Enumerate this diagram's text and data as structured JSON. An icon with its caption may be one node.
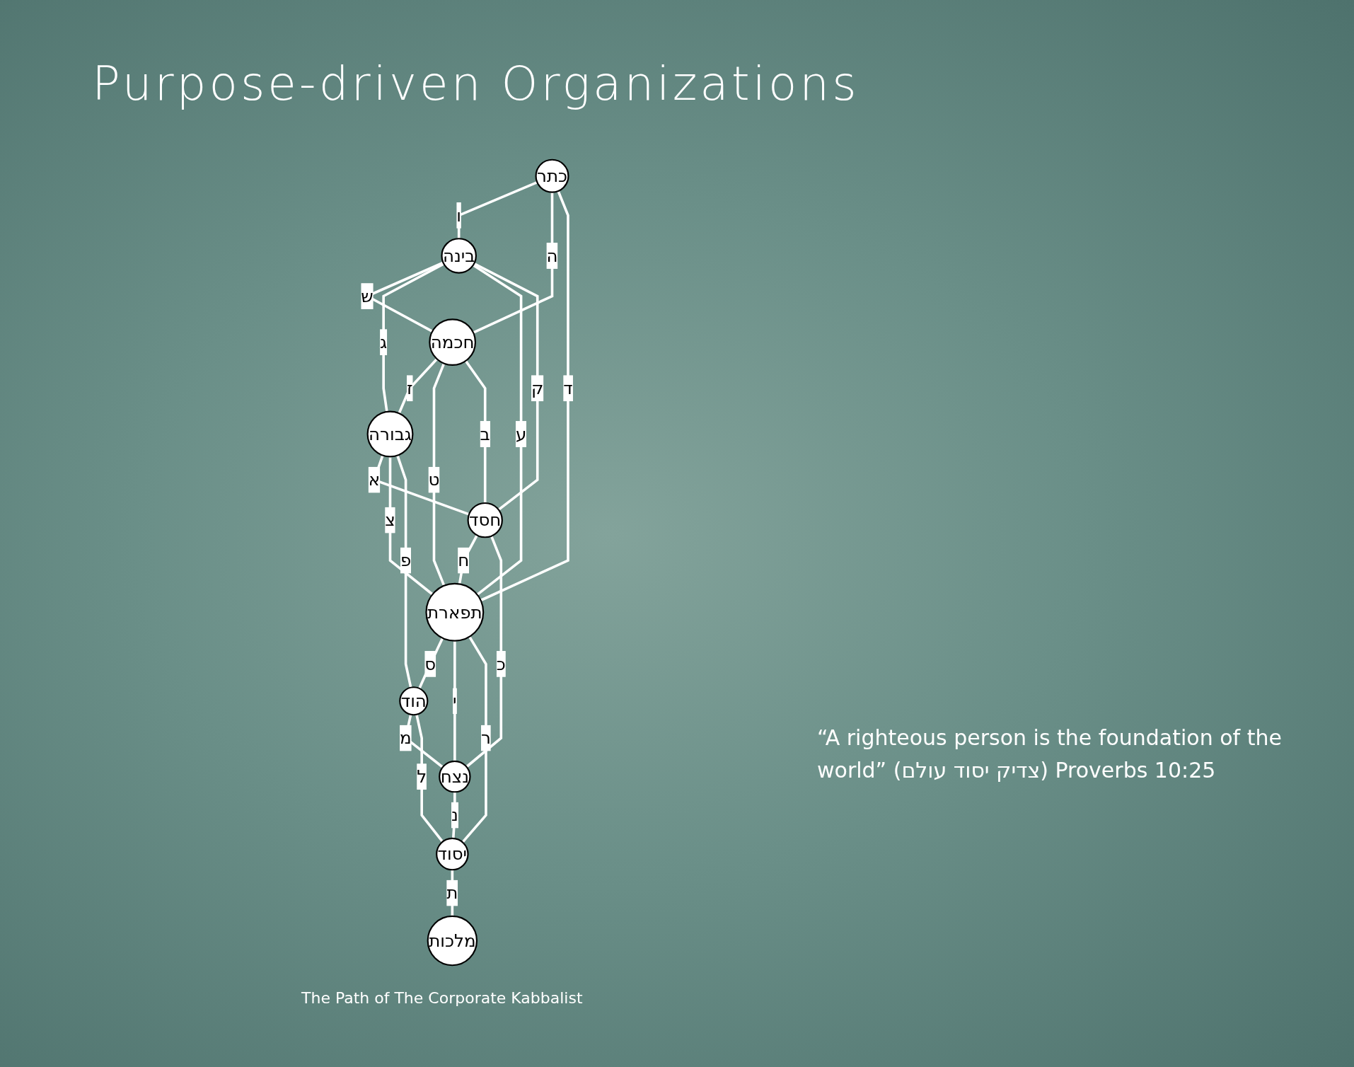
{
  "diagram": {
    "title": "Purpose-driven Organizations",
    "caption": "The Path of The Corporate Kabbalist",
    "nodes": [
      {
        "text": [
          "כתר"
        ]
      },
      {
        "text": [
          "בינה"
        ]
      },
      {
        "text": [
          "חכמה"
        ]
      },
      {
        "text": [
          "גבורה"
        ]
      },
      {
        "text": [
          "חסד"
        ]
      },
      {
        "text": [
          "תפארת"
        ]
      },
      {
        "text": [
          "הוד"
        ]
      },
      {
        "text": [
          "נצח"
        ]
      },
      {
        "text": [
          "יסוד"
        ]
      },
      {
        "text": [
          "מלכות"
        ]
      }
    ],
    "edges": [
      {
        "from": 0,
        "to": 1,
        "arrow": "none",
        "label": "ו"
      },
      {
        "from": 0,
        "to": 2,
        "arrow": "none",
        "label": "ה"
      },
      {
        "from": 0,
        "to": 5,
        "arrow": "none",
        "label": "ד"
      },
      {
        "from": 1,
        "to": 2,
        "arrow": "none",
        "label": "ש"
      },
      {
        "from": 1,
        "to": 3,
        "arrow": "none",
        "label": "ג"
      },
      {
        "from": 1,
        "to": 5,
        "arrow": "none",
        "label": "ע"
      },
      {
        "from": 1,
        "to": 4,
        "arrow": "none",
        "label": "ק"
      },
      {
        "from": 2,
        "to": 3,
        "arrow": "none",
        "label": "ז"
      },
      {
        "from": 2,
        "to": 5,
        "arrow": "none",
        "label": "ט"
      },
      {
        "from": 2,
        "to": 4,
        "arrow": "none",
        "label": "ב"
      },
      {
        "from": 3,
        "to": 4,
        "arrow": "none",
        "label": "א"
      },
      {
        "from": 3,
        "to": 5,
        "arrow": "none",
        "label": "צ"
      },
      {
        "from": 4,
        "to": 5,
        "arrow": "none",
        "label": "ח"
      },
      {
        "from": 3,
        "to": 6,
        "arrow": "none",
        "label": "פ"
      },
      {
        "from": 4,
        "to": 7,
        "arrow": "none",
        "label": "כ"
      },
      {
        "from": 5,
        "to": 6,
        "arrow": "none",
        "label": "ס"
      },
      {
        "from": 5,
        "to": 7,
        "arrow": "none",
        "label": "י"
      },
      {
        "from": 6,
        "to": 7,
        "arrow": "none",
        "label": "מ"
      },
      {
        "from": 5,
        "to": 8,
        "arrow": "none",
        "label": "ר"
      },
      {
        "from": 6,
        "to": 8,
        "arrow": "none",
        "label": "ל"
      },
      {
        "from": 7,
        "to": 8,
        "arrow": "none",
        "label": "נ"
      },
      {
        "from": 8,
        "to": 9,
        "arrow": "none",
        "label": "ת"
      }
    ],
    "labels": [
      "“A righteous person is the foundation of the world” (צדיק יסוד עולם) Proverbs 10:25"
    ]
  }
}
